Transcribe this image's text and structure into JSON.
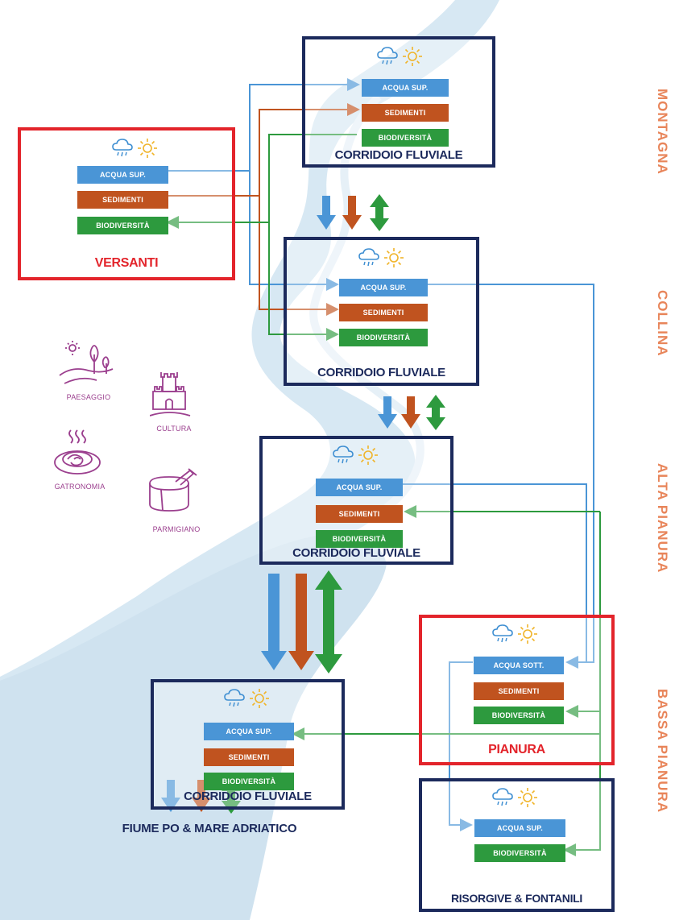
{
  "regions": [
    "MONTAGNA",
    "COLLINA",
    "ALTA PIANURA",
    "BASSA PIANURA"
  ],
  "versanti": {
    "title": "VERSANTI",
    "items": [
      "ACQUA SUP.",
      "SEDIMENTI",
      "BIODIVERSITÀ"
    ]
  },
  "corridors": [
    {
      "title": "CORRIDOIO FLUVIALE",
      "items": [
        "ACQUA SUP.",
        "SEDIMENTI",
        "BIODIVERSITÀ"
      ]
    },
    {
      "title": "CORRIDOIO FLUVIALE",
      "items": [
        "ACQUA SUP.",
        "SEDIMENTI",
        "BIODIVERSITÀ"
      ]
    },
    {
      "title": "CORRIDOIO FLUVIALE",
      "items": [
        "ACQUA SUP.",
        "SEDIMENTI",
        "BIODIVERSITÀ"
      ]
    },
    {
      "title": "CORRIDOIO FLUVIALE",
      "items": [
        "ACQUA SUP.",
        "SEDIMENTI",
        "BIODIVERSITÀ"
      ]
    }
  ],
  "pianura": {
    "title": "PIANURA",
    "items": [
      "ACQUA SOTT.",
      "SEDIMENTI",
      "BIODIVERSITÀ"
    ]
  },
  "risorgive": {
    "title": "RISORGIVE & FONTANILI",
    "items": [
      "ACQUA SUP.",
      "BIODIVERSITÀ"
    ]
  },
  "culture": {
    "paesaggio": "PAESAGGIO",
    "cultura": "CULTURA",
    "gastronomia": "GATRONOMIA",
    "parmigiano": "PARMIGIANO"
  },
  "footer": "FIUME PO & MARE ADRIATICO",
  "colors": {
    "navy": "#1c2a5c",
    "red": "#e3242b",
    "water": "#3f8fd2",
    "sediment": "#c0531f",
    "biodiversity": "#2d9a3e",
    "region_label": "#e8855a",
    "culture": "#9b3f8e",
    "river": "#d5e7f2"
  },
  "icons": [
    "rain-cloud-icon",
    "sun-icon"
  ]
}
